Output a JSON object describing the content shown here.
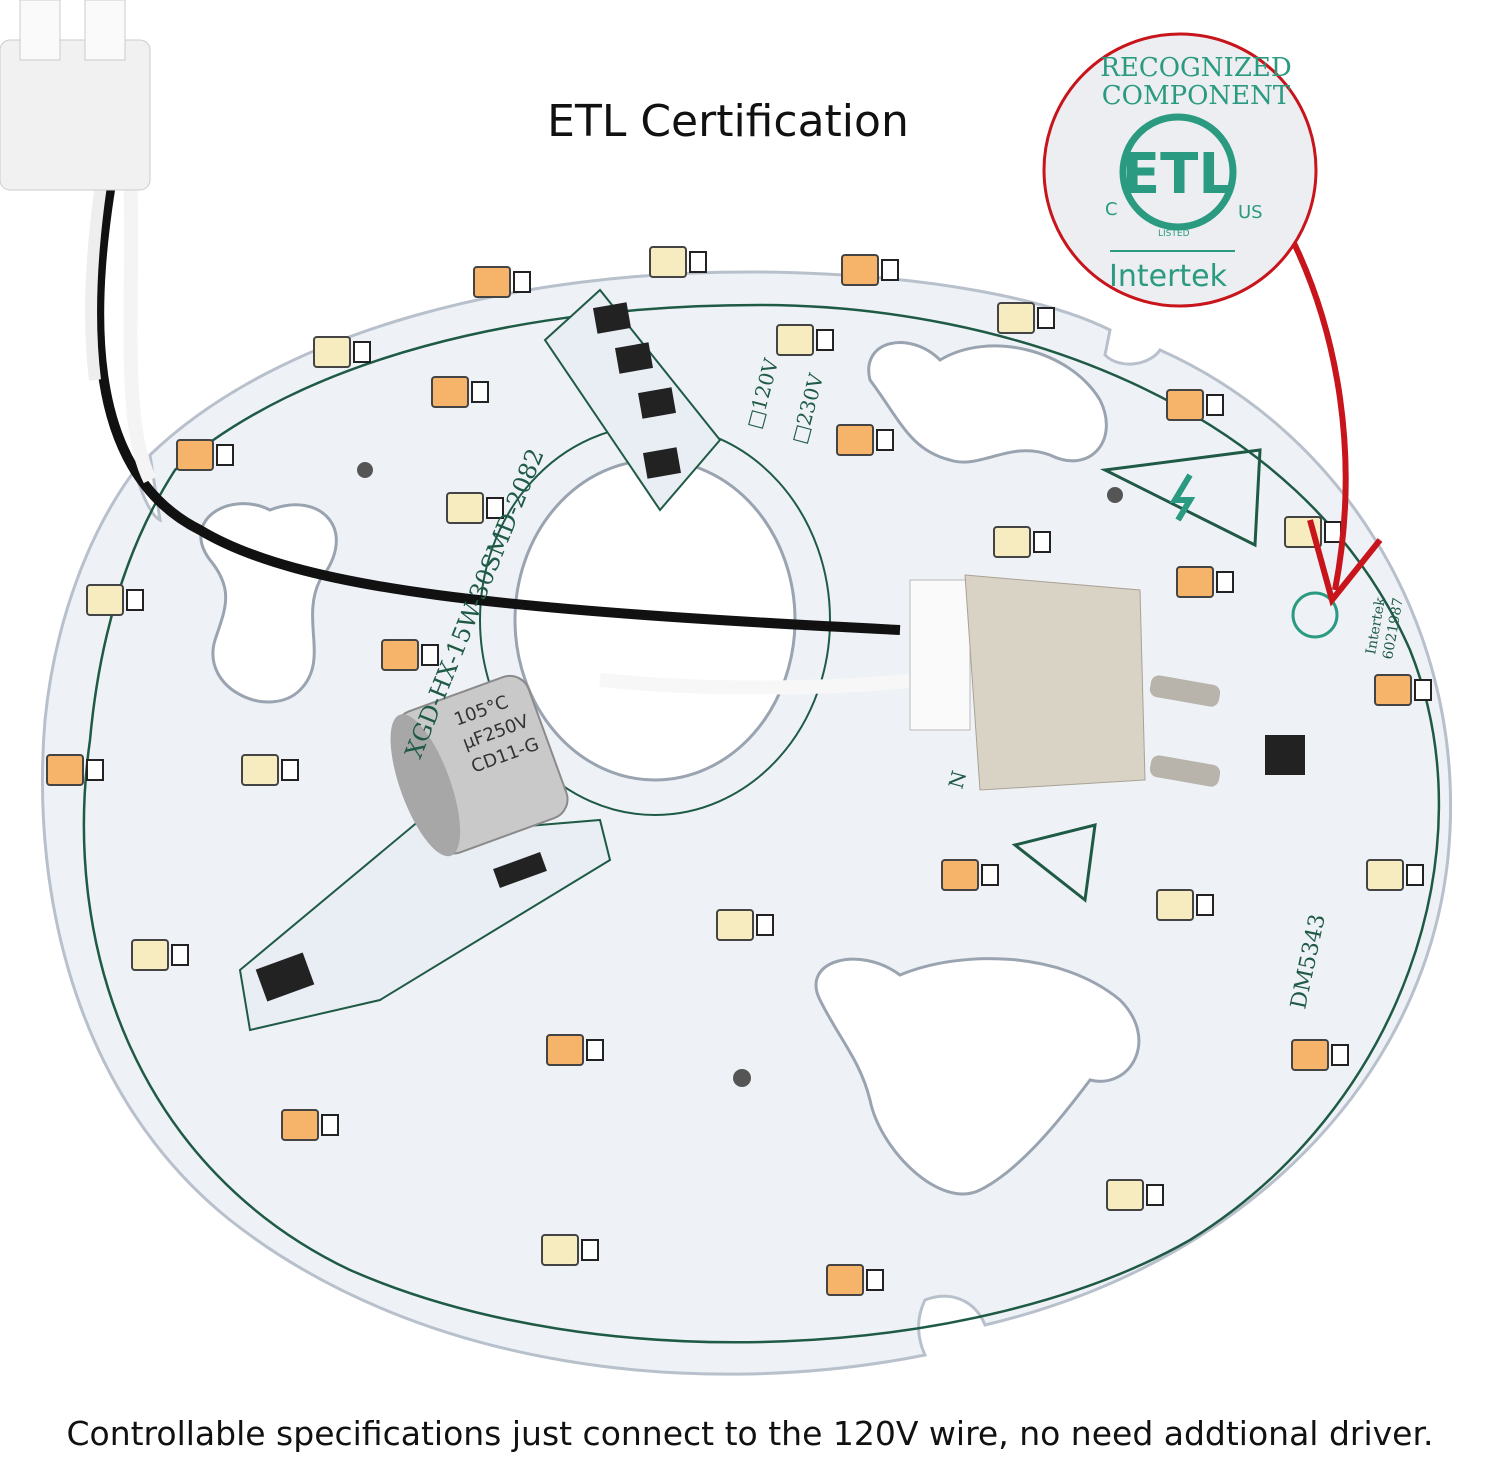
{
  "title": "ETL Certification",
  "caption": "Controllable specifications just connect to the 120V wire, no need addtional driver.",
  "board": {
    "model_text": "XGD-HX-15W-30SMD-2082",
    "voltage_options": [
      "□120V",
      "□230V"
    ],
    "code": "DM5343",
    "pin_label": "N",
    "small_mark": {
      "line1": "Intertek",
      "line2": "6021987"
    },
    "capacitor_text": [
      "105°C",
      "μF250V",
      "CD11-G"
    ]
  },
  "inset": {
    "heading": [
      "RECOGNIZED",
      "COMPONENT"
    ],
    "logo": "ETL",
    "left_mark": "C",
    "right_mark": "US",
    "listed": "LISTED",
    "brand": "Intertek"
  },
  "colors": {
    "board": "#eef2f7",
    "trace": "#1f5a45",
    "logo_green": "#2a9a80",
    "highlight_red": "#c8141b",
    "led_warm": "#f5b46a",
    "led_cool": "#f6ecc0"
  }
}
